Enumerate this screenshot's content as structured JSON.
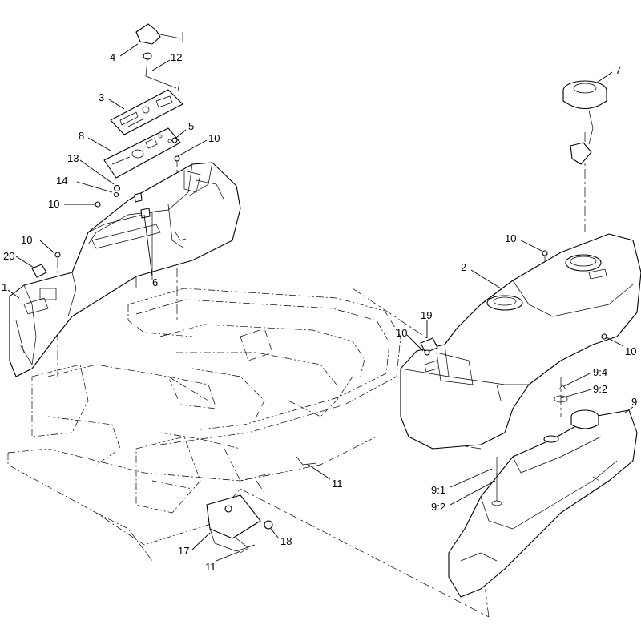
{
  "diagram": {
    "callouts": {
      "c4": "4",
      "c12": "12",
      "c3": "3",
      "c5": "5",
      "c8": "8",
      "c10_top": "10",
      "c13": "13",
      "c14": "14",
      "c10_left": "10",
      "c10_fender": "10",
      "c20": "20",
      "c6": "6",
      "c1": "1",
      "c7": "7",
      "c10_right_top": "10",
      "c2": "2",
      "c19": "19",
      "c10_center": "10",
      "c10_right": "10",
      "c9_4": "9:4",
      "c9_2_top": "9:2",
      "c9": "9",
      "c11_mid": "11",
      "c9_1": "9:1",
      "c9_2_bottom": "9:2",
      "c17": "17",
      "c18": "18",
      "c11_bottom": "11"
    }
  }
}
